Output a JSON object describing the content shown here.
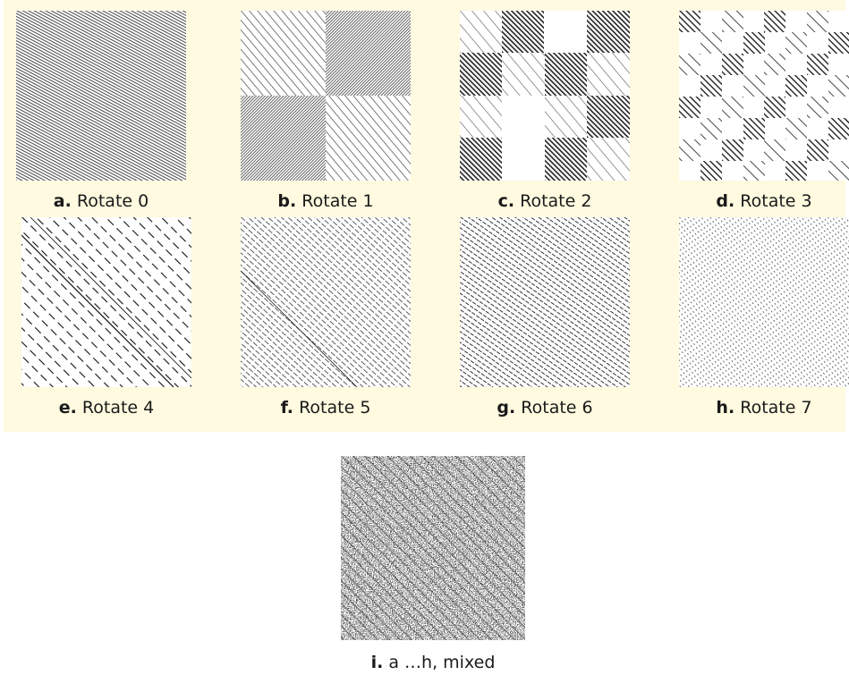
{
  "panels": [
    {
      "letter": "a.",
      "label": "Rotate 0"
    },
    {
      "letter": "b.",
      "label": "Rotate 1"
    },
    {
      "letter": "c.",
      "label": "Rotate 2"
    },
    {
      "letter": "d.",
      "label": "Rotate 3"
    },
    {
      "letter": "e.",
      "label": "Rotate 4"
    },
    {
      "letter": "f.",
      "label": "Rotate 5"
    },
    {
      "letter": "g.",
      "label": "Rotate 6"
    },
    {
      "letter": "h.",
      "label": "Rotate 7"
    }
  ],
  "mixed": {
    "letter": "i.",
    "label": "a …h, mixed"
  },
  "colors": {
    "panel_background": "#fffae0",
    "tile_background": "#ffffff",
    "ink": "#1a1a1a"
  }
}
